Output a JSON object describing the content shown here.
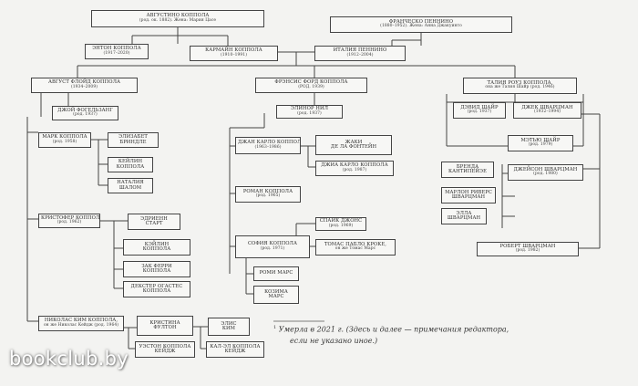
{
  "tree": {
    "agostino": {
      "name": "АВГУСТИНО КОППОЛА",
      "sub": "(род. ок. 1882). Жена: Мария Цасе"
    },
    "francesco": {
      "name": "ФРАНЧЕСКО ПЕННИНО",
      "sub": "(1880–1952). Жена: Анна Джакуинто"
    },
    "anton": {
      "name": "ЭНТОН КОППОЛА",
      "sub": "(1917–2020)"
    },
    "carmine": {
      "name": "КАРМАЙН КОППОЛА",
      "sub": "(1910–1991)"
    },
    "italia": {
      "name": "ИТАЛИЯ ПЕННИНО",
      "sub": "(1912–2004)"
    },
    "august": {
      "name": "АВГУСТ ФЛОЙД КОППОЛА",
      "sub": "(1934–2009)"
    },
    "francis": {
      "name": "ФРЭНСИС ФОРД КОППОЛА",
      "sub": "(РОД. 1939)"
    },
    "talia": {
      "name": "ТАЛИЯ РОУЗ КОППОЛА,",
      "sub": "она же Талия Шайр (род. 1946)"
    },
    "joy": {
      "name": "ДЖОЙ ФОГЕЛЬЗАНГ",
      "sub": "(род. 1937)"
    },
    "eleanor": {
      "name": "ЭЛИНОР НИЛ",
      "sub": "(род. 1937)"
    },
    "david": {
      "name": "ДЭВИД ШАЙР",
      "sub": "(род. 1937)"
    },
    "jack": {
      "name": "ДЖЕК ШВАРЦМАН",
      "sub": "(1932–1994)"
    },
    "marc": {
      "name": "МАРК КОППОЛА",
      "sub": "(род. 1958)"
    },
    "elizabeth": {
      "name": "ЭЛИЗАБЕТ",
      "sub": "БРИНДЛЕ"
    },
    "kaylin": {
      "name": "КЕЙЛИН",
      "sub": "КОППОЛА"
    },
    "natalia": {
      "name": "НАТАЛИЯ",
      "sub": "ШАЛОМ"
    },
    "gian": {
      "name": "ДЖАН КАРЛО КОППОЛА",
      "sub": "(1963–1986)"
    },
    "jacqui": {
      "name": "ЖАКИ",
      "sub": "ДЕ ЛА ФОНТЕЙН"
    },
    "gia": {
      "name": "ДЖИА КАРЛО КОППОЛА",
      "sub": "(род. 1987)"
    },
    "matthew": {
      "name": "МЭТЬЮ ШАЙР",
      "sub": "(род. 1979)"
    },
    "roman": {
      "name": "РОМАН КОППОЛА",
      "sub": "(род. 1965)"
    },
    "brendan": {
      "name": "БРЕНДА",
      "sub": "КАНТИПЕЙЭЕ"
    },
    "jason": {
      "name": "ДЖЕЙСОН ШВАРЦМАН",
      "sub": "(род. 1980)"
    },
    "marlon": {
      "name": "МАРЛОН РИВЕРС",
      "sub": "ШВАРЦМАН"
    },
    "ella": {
      "name": "ЭЛЛА",
      "sub": "ШВАРЦМАН"
    },
    "christopher": {
      "name": "КРИСТОФЕР КОППОЛА",
      "sub": "(род. 1962)"
    },
    "adrienne": {
      "name": "ЭДРИЕНН",
      "sub": "СТАРТ"
    },
    "spike": {
      "name": "СПАЙК ДЖОНС",
      "sub": "(род. 1969)"
    },
    "sofia": {
      "name": "СОФИЯ КОППОЛА",
      "sub": "(род. 1971)"
    },
    "thomas": {
      "name": "ТОМАС ПАБЛО КРОКЕ,",
      "sub": "он же Томас Марс"
    },
    "kaylan": {
      "name": "КЭЙЛИН",
      "sub": "КОППОЛА"
    },
    "zak": {
      "name": "ЗАК ФЕРРИ",
      "sub": "КОППОЛА"
    },
    "dexter": {
      "name": "ДЕКСТЕР ОГАСТЕС",
      "sub": "КОППОЛА"
    },
    "romy": {
      "name": "РОМИ МАРС",
      "sub": ""
    },
    "cosima": {
      "name": "КОЗИМА",
      "sub": "МАРС"
    },
    "robert": {
      "name": "РОБЕРТ ШВАРЦМАН",
      "sub": "(род. 1982)"
    },
    "nicolas": {
      "name": "НИКОЛАС КИМ КОППОЛА,",
      "sub": "он же Николас Кейдж (род. 1964)"
    },
    "kristina": {
      "name": "КРИСТИНА",
      "sub": "ФУЛТОН"
    },
    "alice": {
      "name": "ЭЛИС",
      "sub": "КИМ"
    },
    "weston": {
      "name": "УЭСТОН КОППОЛА",
      "sub": "КЕЙДЖ"
    },
    "kalel": {
      "name": "КАЛ-ЭЛ КОППОЛА",
      "sub": "КЕЙДЖ"
    }
  },
  "footnote": {
    "marker": "1",
    "line1": "Умерла в 2021 г. (Здесь и далее — примечания редактора,",
    "line2": "если не указано иное.)"
  },
  "watermark": "bookclub.by"
}
